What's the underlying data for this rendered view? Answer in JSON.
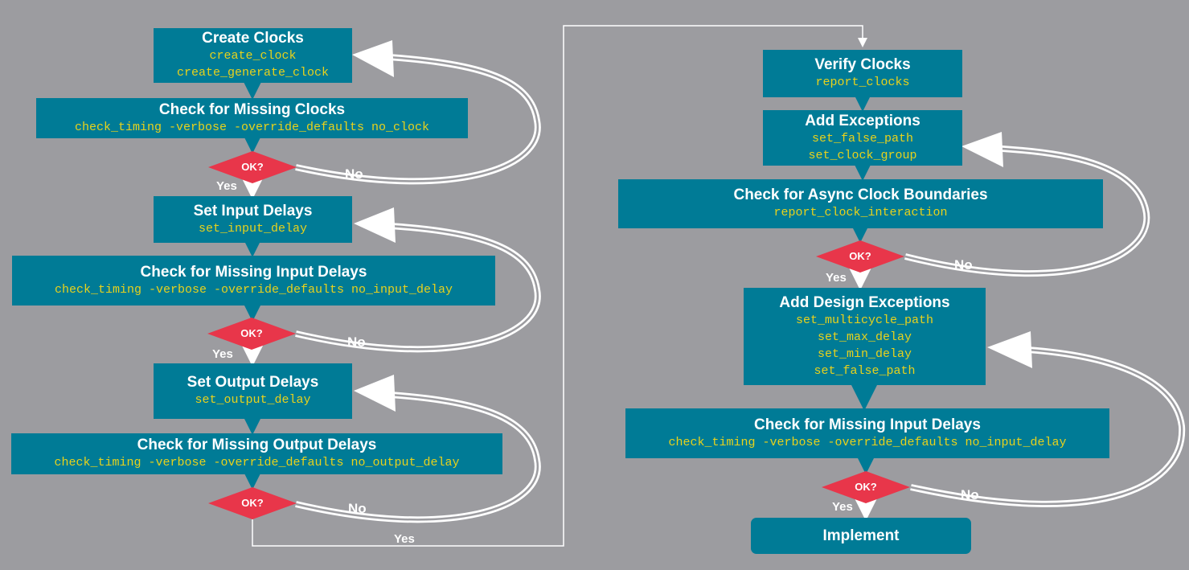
{
  "steps": {
    "create_clocks": {
      "title": "Create Clocks",
      "cmds": [
        "create_clock",
        "create_generate_clock"
      ]
    },
    "check_clocks": {
      "title": "Check for Missing Clocks",
      "cmds": [
        "check_timing -verbose -override_defaults no_clock"
      ]
    },
    "set_input": {
      "title": "Set Input Delays",
      "cmds": [
        "set_input_delay"
      ]
    },
    "check_input": {
      "title": "Check for Missing Input Delays",
      "cmds": [
        "check_timing -verbose -override_defaults no_input_delay"
      ]
    },
    "set_output": {
      "title": "Set Output Delays",
      "cmds": [
        "set_output_delay"
      ]
    },
    "check_output": {
      "title": "Check for Missing Output Delays",
      "cmds": [
        "check_timing -verbose -override_defaults no_output_delay"
      ]
    },
    "verify_clocks": {
      "title": "Verify Clocks",
      "cmds": [
        "report_clocks"
      ]
    },
    "add_exceptions": {
      "title": "Add Exceptions",
      "cmds": [
        "set_false_path",
        "set_clock_group"
      ]
    },
    "check_async": {
      "title": "Check for Async Clock Boundaries",
      "cmds": [
        "report_clock_interaction"
      ]
    },
    "add_design_exc": {
      "title": "Add Design Exceptions",
      "cmds": [
        "set_multicycle_path",
        "set_max_delay",
        "set_min_delay",
        "set_false_path"
      ]
    },
    "check_input2": {
      "title": "Check for Missing Input Delays",
      "cmds": [
        "check_timing -verbose -override_defaults no_input_delay"
      ]
    },
    "implement": {
      "title": "Implement",
      "cmds": []
    }
  },
  "decisions": {
    "label": "OK?",
    "yes_label": "Yes",
    "no_label": "No"
  },
  "colors": {
    "background": "#9c9ca0",
    "box": "#007b96",
    "command_text": "#e8d21c",
    "decision": "#e8364a",
    "arrow": "#ffffff"
  }
}
